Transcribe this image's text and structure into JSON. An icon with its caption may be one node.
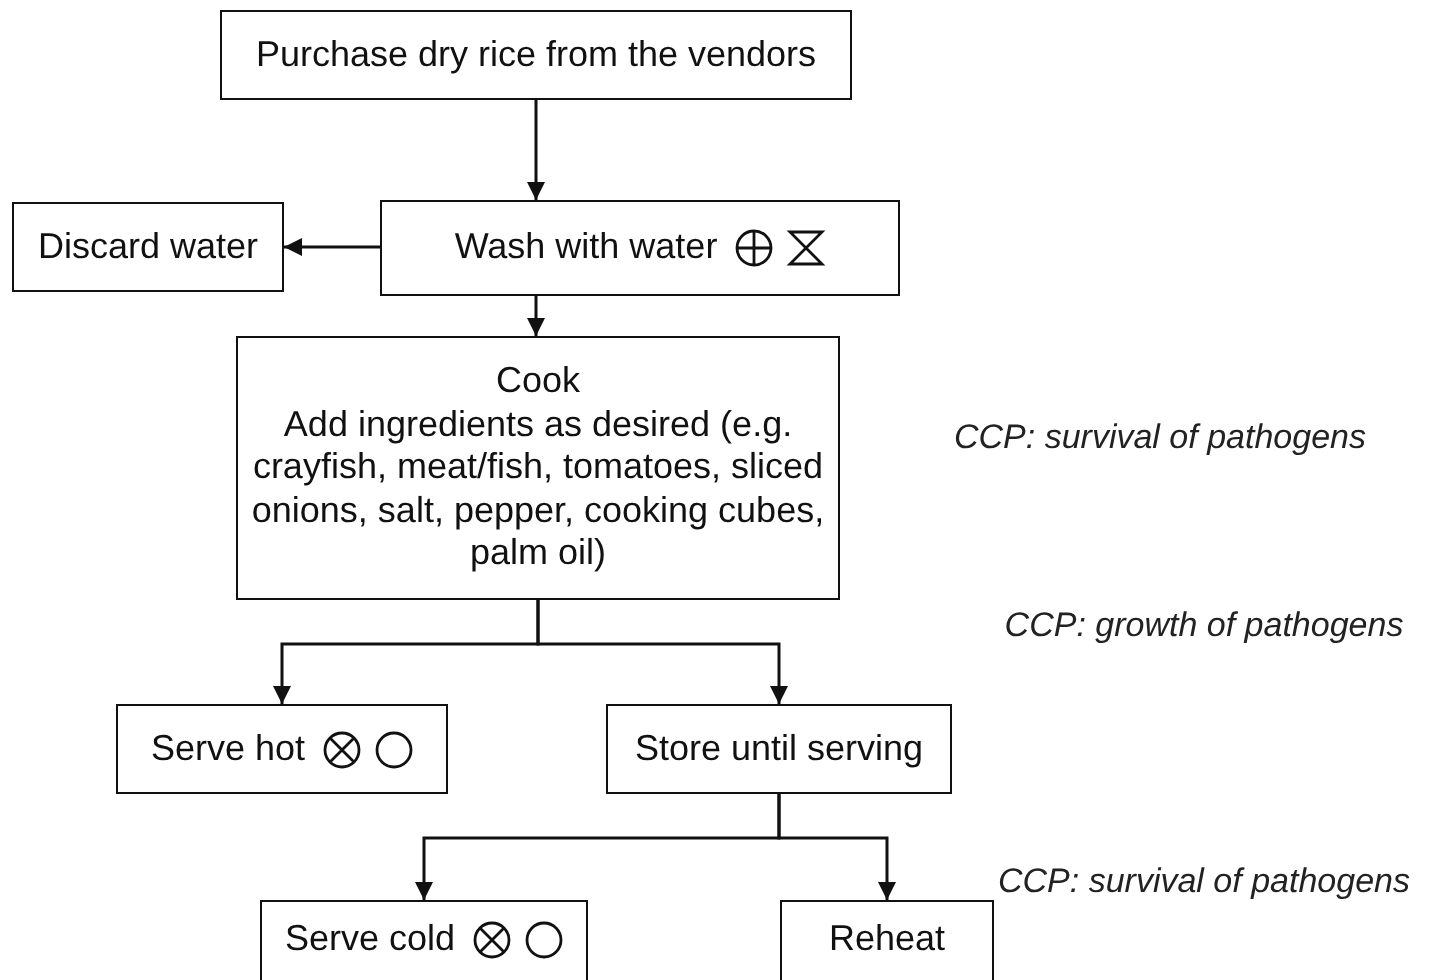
{
  "diagram": {
    "nodes": [
      {
        "text": [
          "Purchase dry rice from the vendors"
        ]
      },
      {
        "text": [
          "Discard water"
        ]
      },
      {
        "text": [
          "Wash with water"
        ]
      },
      {
        "text": [
          "Cook",
          "Add ingredients as desired (e.g. crayfish, meat/fish, tomatoes, sliced onions, salt, pepper, cooking cubes, palm oil)"
        ]
      },
      {
        "text": [
          "Serve hot"
        ]
      },
      {
        "text": [
          "Store until serving"
        ]
      },
      {
        "text": [
          "Serve cold"
        ]
      },
      {
        "text": [
          "Reheat"
        ]
      }
    ],
    "edges": [
      {
        "from": 0,
        "to": 2,
        "arrow": "to"
      },
      {
        "from": 2,
        "to": 1,
        "arrow": "to"
      },
      {
        "from": 2,
        "to": 3,
        "arrow": "to"
      },
      {
        "from": 3,
        "to": 4,
        "arrow": "to"
      },
      {
        "from": 3,
        "to": 5,
        "arrow": "to"
      },
      {
        "from": 5,
        "to": 6,
        "arrow": "to"
      },
      {
        "from": 5,
        "to": 7,
        "arrow": "to"
      }
    ],
    "labels": [
      "CCP: survival of pathogens",
      "CCP: growth of pathogens",
      "CCP: survival of pathogens"
    ]
  }
}
